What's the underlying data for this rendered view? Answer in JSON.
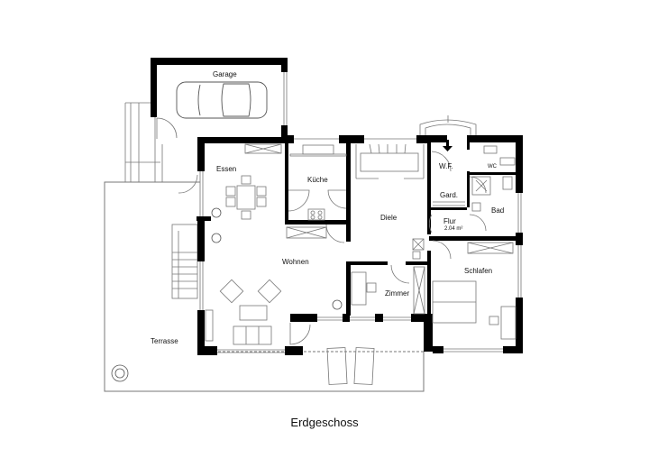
{
  "plan": {
    "title": "Erdgeschoss",
    "rooms": {
      "garage": "Garage",
      "essen": "Essen",
      "kueche": "Küche",
      "diele": "Diele",
      "wf": "W.F.",
      "wc": "WC",
      "gard": "Gard.",
      "bad": "Bad",
      "flur": "Flur",
      "flur_area": "2.04 m²",
      "wohnen": "Wohnen",
      "zimmer": "Zimmer",
      "schlafen": "Schlafen",
      "terrasse": "Terrasse"
    },
    "colors": {
      "wall": "#000000",
      "line": "#555555",
      "background": "#ffffff"
    }
  }
}
